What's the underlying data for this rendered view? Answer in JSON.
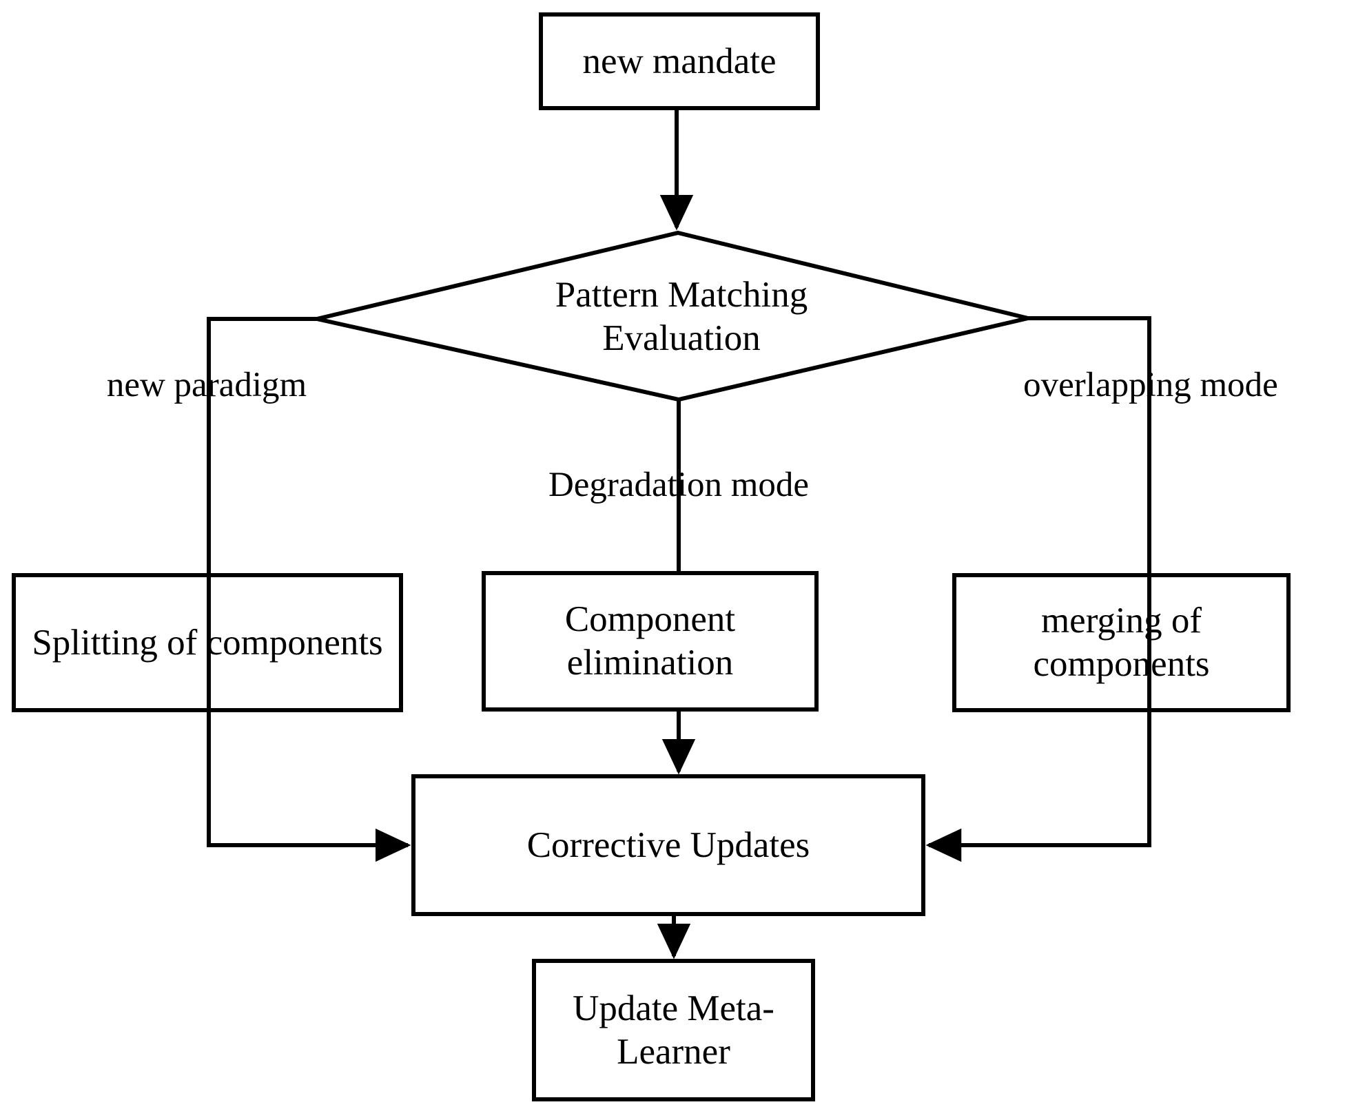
{
  "diagram": {
    "title": "Adaptive model-revision flowchart",
    "type": "flowchart",
    "background_color": "#ffffff",
    "stroke_color": "#000000",
    "text_color": "#000000",
    "nodes": [
      {
        "id": "new-mandate",
        "shape": "rectangle",
        "label": "new mandate"
      },
      {
        "id": "pattern-matching",
        "shape": "diamond",
        "label": "Pattern Matching Evaluation"
      },
      {
        "id": "splitting",
        "shape": "rectangle",
        "label": "Splitting of components"
      },
      {
        "id": "component-elim",
        "shape": "rectangle",
        "label": "Component elimination"
      },
      {
        "id": "merging",
        "shape": "rectangle",
        "label": "merging of components"
      },
      {
        "id": "corrective-updates",
        "shape": "rectangle",
        "label": "Corrective Updates"
      },
      {
        "id": "update-meta-learner",
        "shape": "rectangle",
        "label": "Update Meta-\nLearner"
      }
    ],
    "edge_labels": [
      {
        "id": "new-paradigm",
        "label": "new paradigm"
      },
      {
        "id": "degradation-mode",
        "label": "Degradation mode"
      },
      {
        "id": "overlapping-mode",
        "label": "overlapping mode"
      }
    ]
  }
}
